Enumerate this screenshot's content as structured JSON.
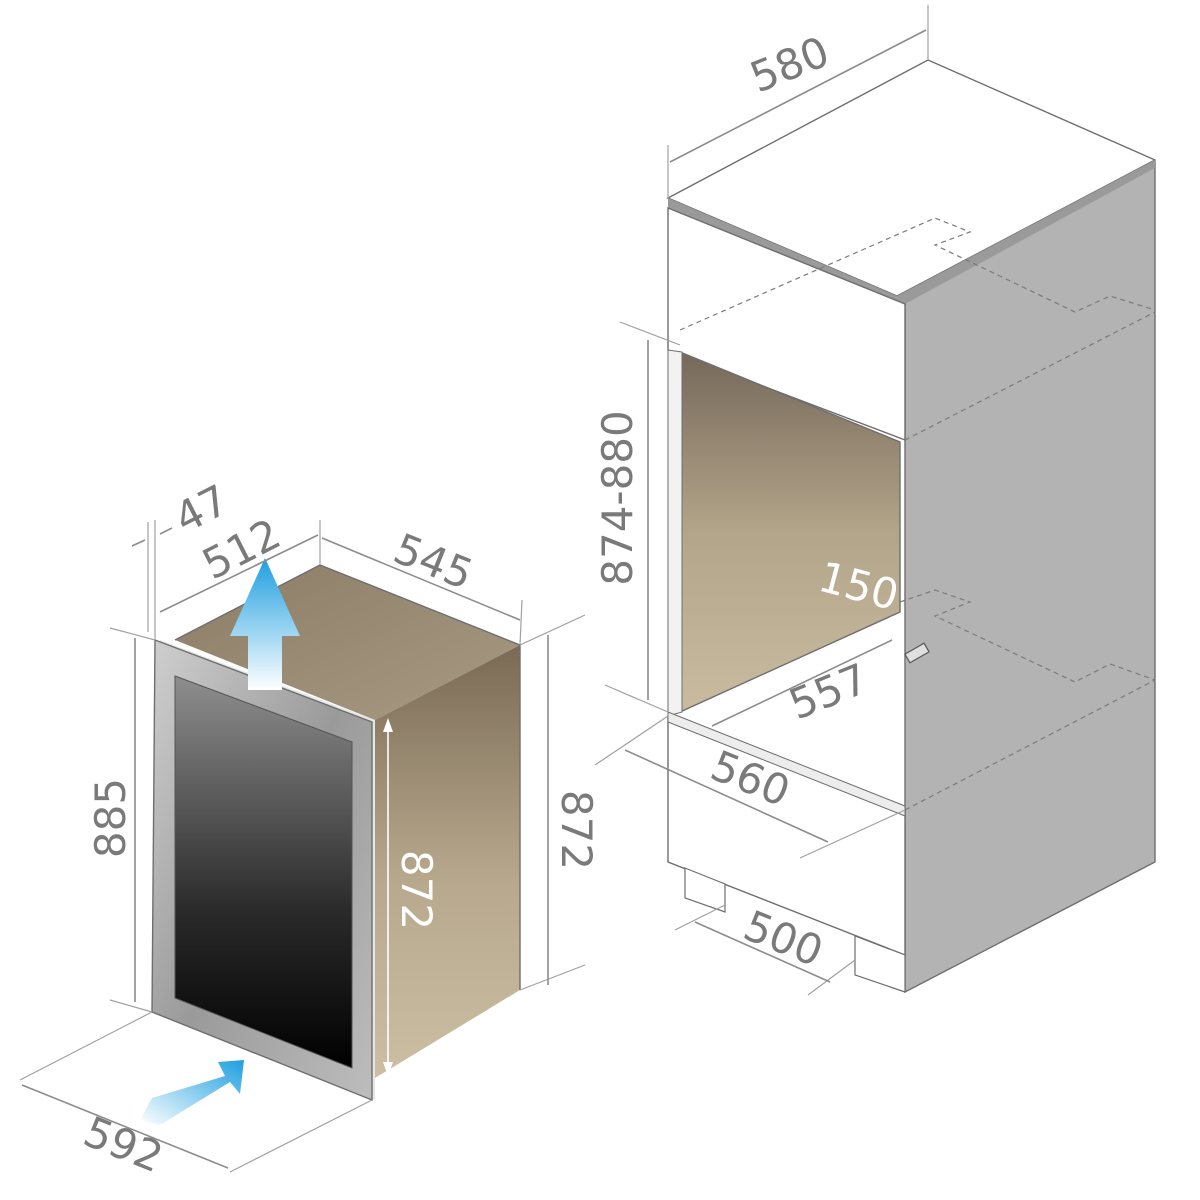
{
  "dimensions": {
    "unit_depth_top": "47",
    "unit_inner_width": "512",
    "unit_depth": "545",
    "unit_door_height": "885",
    "unit_body_height_front": "872",
    "unit_body_height_side": "872",
    "unit_width": "592",
    "cabinet_width": "580",
    "niche_height": "874-880",
    "vent_depth": "150",
    "niche_depth": "557",
    "niche_width": "560",
    "plinth_width": "500"
  },
  "colors": {
    "airflow_arrow": "#1e9fe0",
    "wood_dark": "#7a6a55",
    "wood_light": "#c9bba0",
    "cabinet_side": "#b3b3b3",
    "door_glass_top": "#8a8a8a",
    "door_glass_bottom": "#000000",
    "door_frame": "#a8a8a8"
  },
  "icons": {
    "airflow_up": "arrow-up-icon",
    "airflow_in": "arrow-diagonal-icon"
  }
}
